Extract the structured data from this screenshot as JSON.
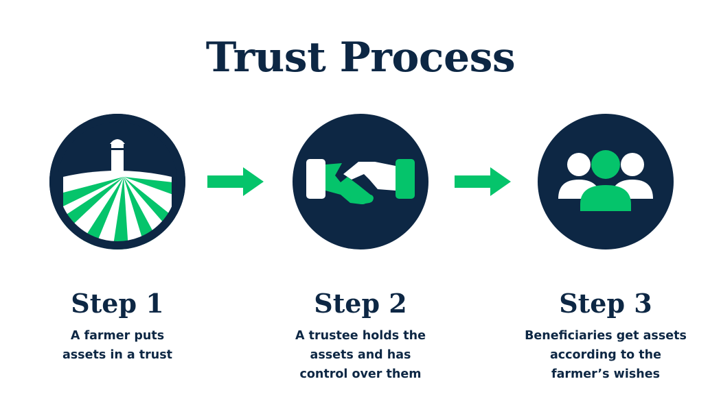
{
  "title": "Trust Process",
  "colors": {
    "navy": "#0d2744",
    "green": "#05c46b",
    "white": "#ffffff"
  },
  "steps": [
    {
      "label": "Step 1",
      "description": "A farmer puts\nassets in a trust",
      "icon": "farm-icon"
    },
    {
      "label": "Step 2",
      "description": "A trustee holds the\nassets and has\ncontrol over them",
      "icon": "handshake-icon"
    },
    {
      "label": "Step 3",
      "description": "Beneficiaries get assets\naccording to the\nfarmer’s wishes",
      "icon": "people-icon"
    }
  ],
  "arrows": [
    {
      "icon": "arrow-right-icon"
    },
    {
      "icon": "arrow-right-icon"
    }
  ]
}
